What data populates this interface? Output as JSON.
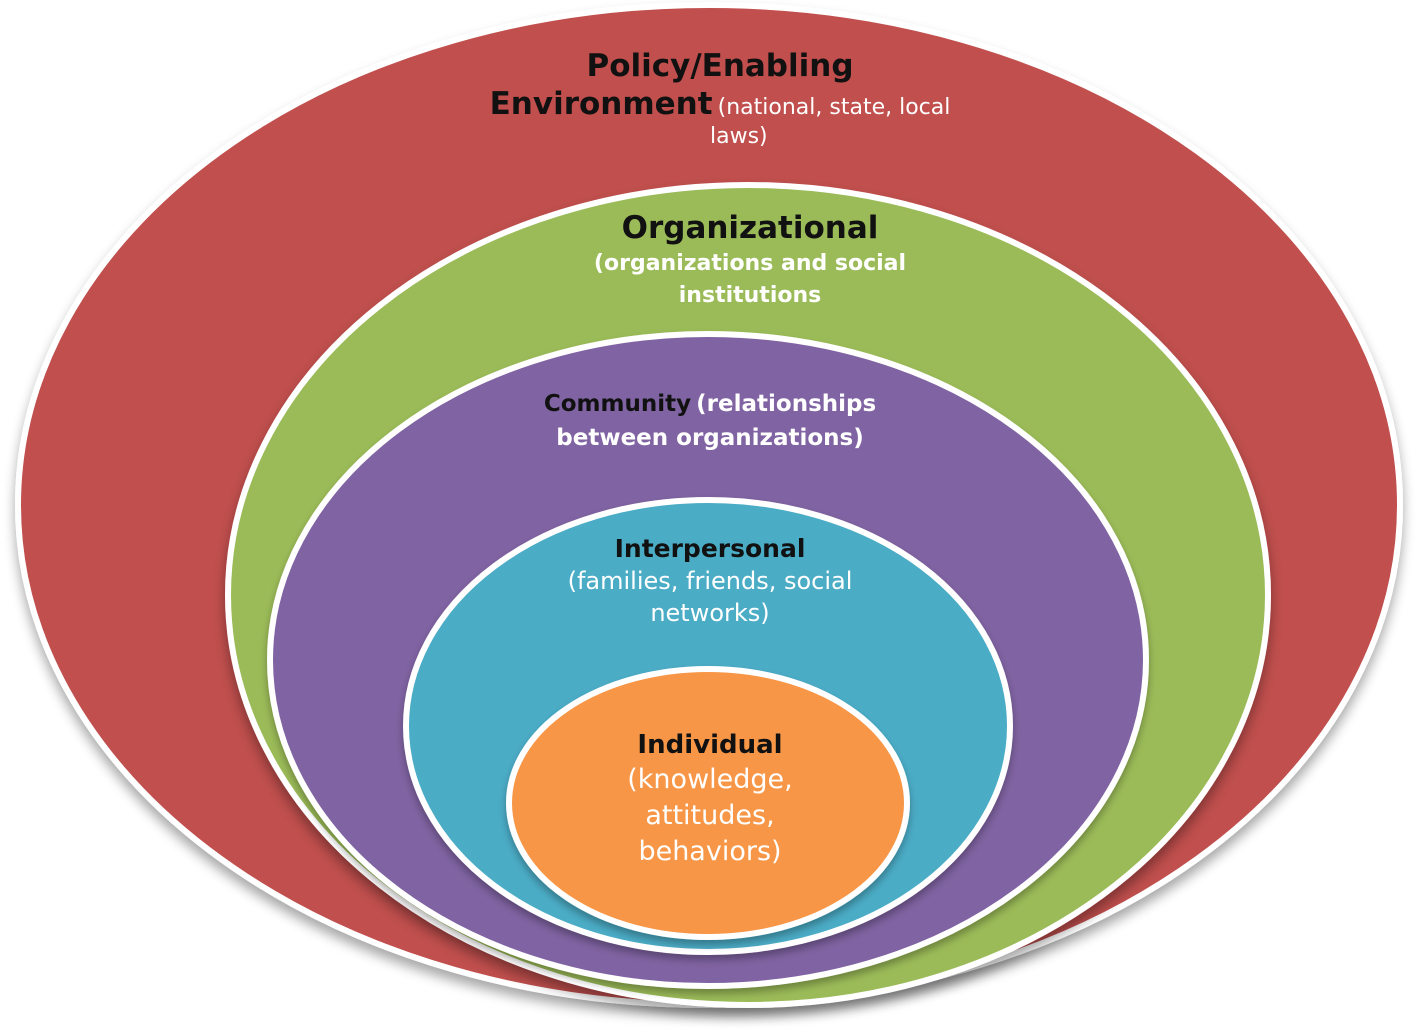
{
  "levels": [
    {
      "title": "Policy/Enabling",
      "title_line2": "Environment",
      "detail": "(national, state, local",
      "detail_line2": "laws)",
      "color": "#C0504D"
    },
    {
      "title": "Organizational",
      "detail": "(organizations and social",
      "detail_line2": "institutions",
      "color": "#9BBB59"
    },
    {
      "title": "Community",
      "detail": "(relationships",
      "detail_line2": "between  organizations)",
      "color": "#8064A2"
    },
    {
      "title": "Interpersonal",
      "detail": "(families, friends, social",
      "detail_line2": "networks)",
      "color": "#4BACC6"
    },
    {
      "title": "Individual",
      "detail": "(knowledge,",
      "detail_line2": "attitudes,",
      "detail_line3": "behaviors)",
      "color": "#F79646"
    }
  ]
}
